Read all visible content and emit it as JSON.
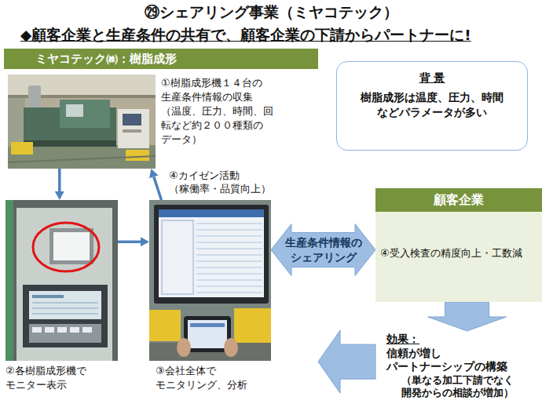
{
  "diagram": {
    "title": "㉙シェアリング事業（ミヤコテック）",
    "nodes": [
      {
        "text": [
          "ミヤコテック㈱：樹脂成形"
        ]
      },
      {
        "text": [
          "①樹脂成形機１４台の 生産条件情報の収集 （温度、圧力、時間、回 転など約２００種類の データ）"
        ],
        "in": 0
      },
      {
        "text": [
          "②各樹脂成形機で モニター表示"
        ],
        "in": 0
      },
      {
        "text": [
          "③会社全体で モニタリング、分析"
        ],
        "in": 0
      },
      {
        "text": [
          "背 景",
          "樹脂成形は温度、圧力、時間 などパラメータが多い"
        ]
      },
      {
        "text": [
          "顧客企業",
          "④受入検査の精度向上・工数減"
        ]
      },
      {
        "text": [
          "効果：",
          "信頼が増し パートナーシップの構築",
          "（単なる加工下請でなく 開発からの相談が増加）"
        ]
      }
    ],
    "edges": [
      {
        "from": 1,
        "to": 2,
        "arrow": "to"
      },
      {
        "from": 2,
        "to": 3,
        "arrow": "to"
      },
      {
        "from": 3,
        "to": 1,
        "arrow": "to",
        "label": "④カイゼン活動 （稼働率・品質向上）"
      },
      {
        "from": 3,
        "to": 5,
        "arrow": "both",
        "label": "生産条件情報の シェアリング"
      },
      {
        "from": 5,
        "to": 6,
        "arrow": "to"
      },
      {
        "from": 6,
        "to": 0,
        "arrow": "to"
      }
    ],
    "labels": [
      "◆顧客企業と生産条件の共有で、顧客企業の下請からパートナーに!"
    ]
  }
}
